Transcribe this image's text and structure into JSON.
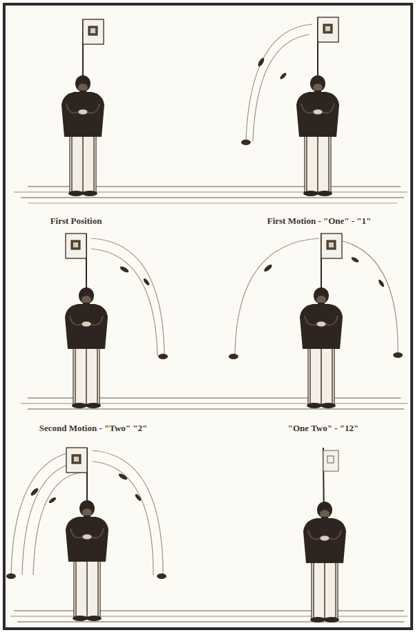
{
  "diagram": {
    "labels": [
      "First Position",
      "First Motion - \"One\" - \"1\"",
      "Second Motion - \"Two\" \"2\"",
      "\"One Two\" - \"12\""
    ]
  }
}
